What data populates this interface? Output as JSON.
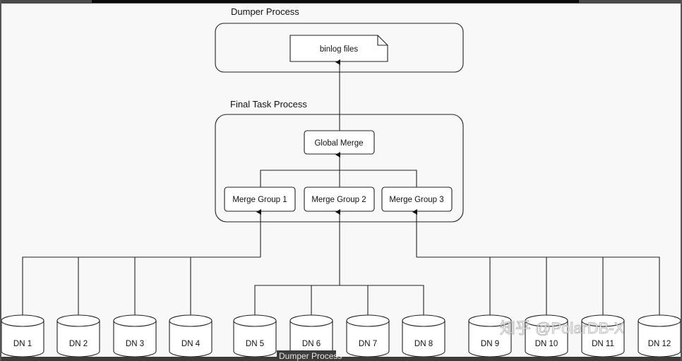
{
  "diagram": {
    "dumper_process": {
      "title": "Dumper Process",
      "file": "binlog files"
    },
    "final_task_process": {
      "title": "Final Task Process",
      "global_merge": "Global Merge",
      "merge_groups": [
        "Merge Group 1",
        "Merge Group 2",
        "Merge Group 3"
      ]
    },
    "data_nodes": [
      "DN 1",
      "DN 2",
      "DN 3",
      "DN 4",
      "DN 5",
      "DN 6",
      "DN 7",
      "DN 8",
      "DN 9",
      "DN 10",
      "DN 11",
      "DN 12"
    ],
    "footer_partial_text": "Dumper Process",
    "watermark": "知乎 @PolarDB-X"
  }
}
